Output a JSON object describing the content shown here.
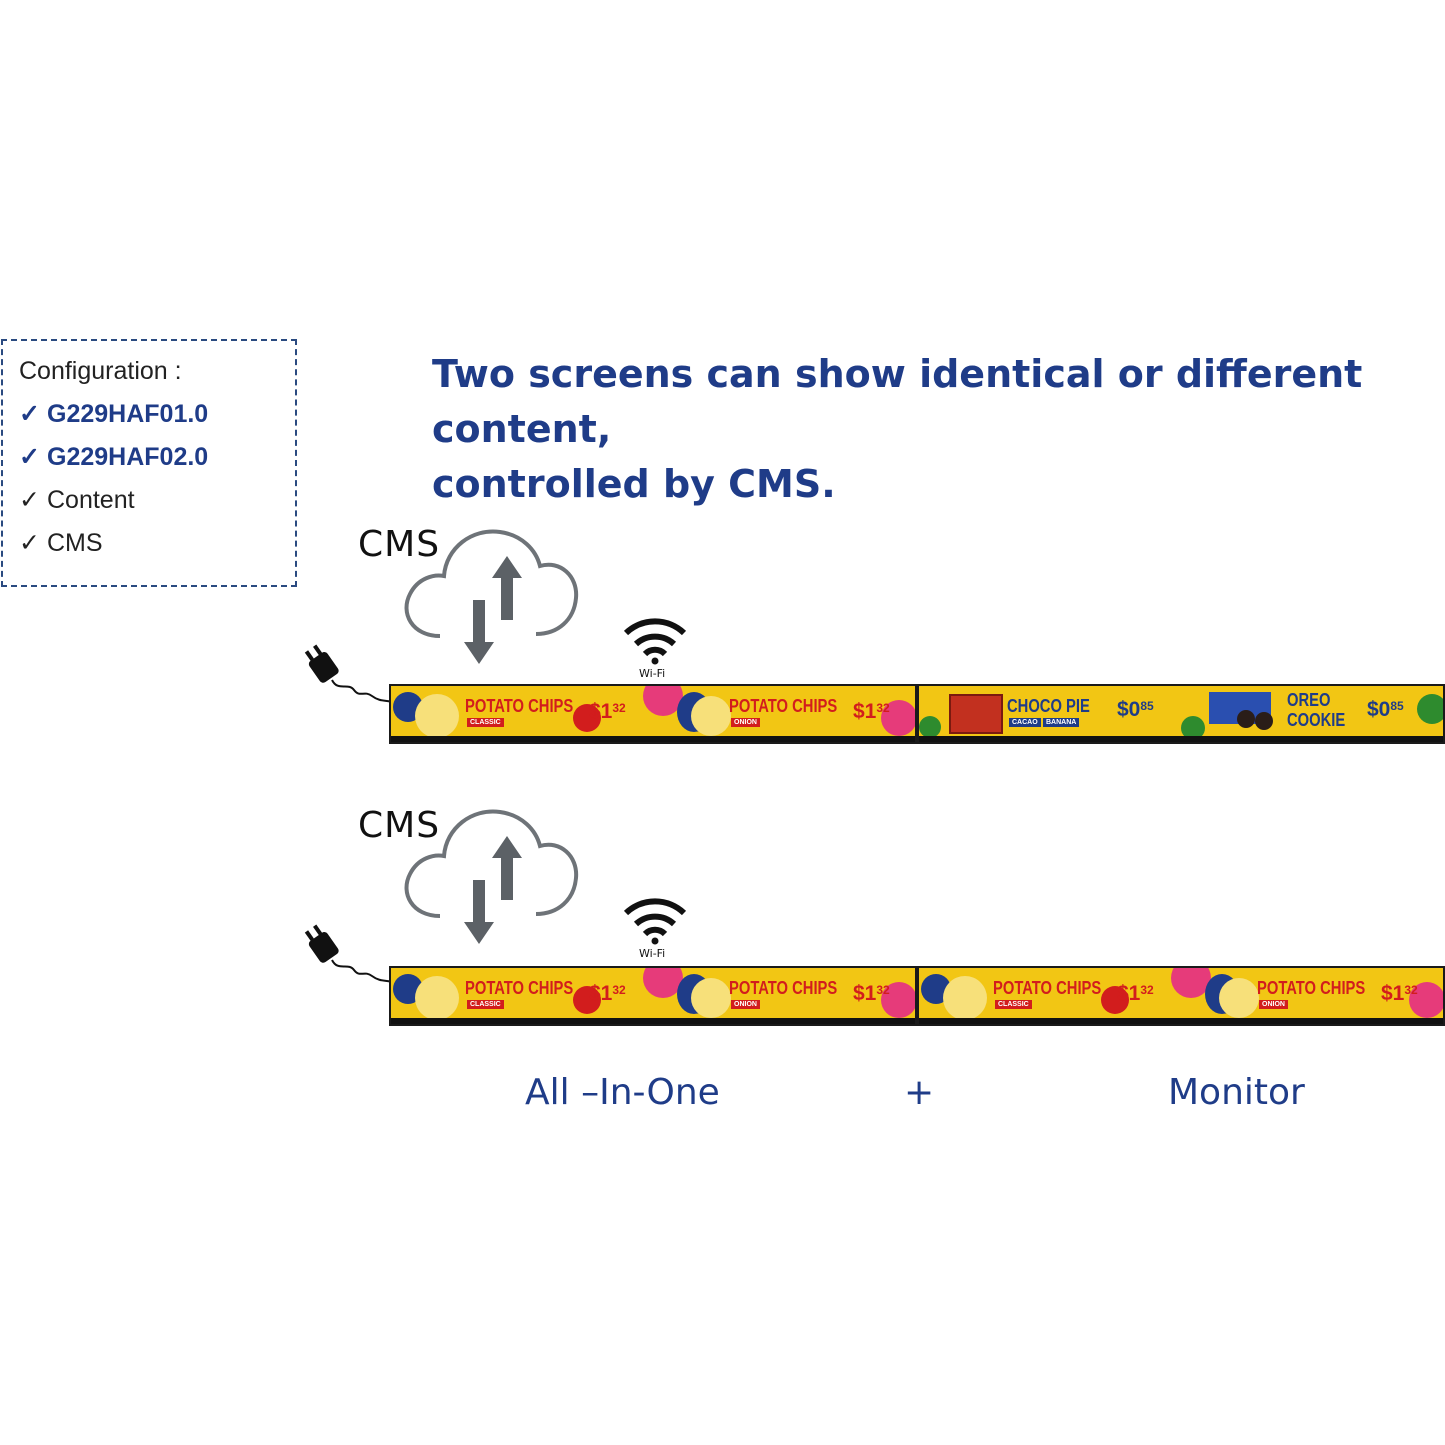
{
  "config": {
    "title": "Configuration :",
    "check": "✓",
    "items": [
      "G229HAF01.0",
      "G229HAF02.0",
      "Content",
      "CMS"
    ]
  },
  "headline": {
    "line1": "Two screens can show identical or different content,",
    "line2": "controlled by CMS."
  },
  "diagrams": [
    {
      "cms_label": "CMS",
      "wifi_label": "Wi-Fi",
      "left_screen": [
        {
          "title": "POTATO CHIPS",
          "price_main": "$1",
          "price_cents": "32",
          "tag": "CLASSIC"
        },
        {
          "title": "POTATO CHIPS",
          "price_main": "$1",
          "price_cents": "32",
          "tag": "ONION"
        }
      ],
      "right_screen": [
        {
          "title": "CHOCO PIE",
          "price_main": "$0",
          "price_cents": "85",
          "tags": [
            "CACAO",
            "BANANA"
          ]
        },
        {
          "title_line1": "OREO",
          "title_line2": "COOKIE",
          "price_main": "$0",
          "price_cents": "85"
        }
      ]
    },
    {
      "cms_label": "CMS",
      "wifi_label": "Wi-Fi",
      "left_screen": [
        {
          "title": "POTATO CHIPS",
          "price_main": "$1",
          "price_cents": "32",
          "tag": "CLASSIC"
        },
        {
          "title": "POTATO CHIPS",
          "price_main": "$1",
          "price_cents": "32",
          "tag": "ONION"
        }
      ],
      "right_screen": [
        {
          "title": "POTATO CHIPS",
          "price_main": "$1",
          "price_cents": "32",
          "tag": "CLASSIC"
        },
        {
          "title": "POTATO CHIPS",
          "price_main": "$1",
          "price_cents": "32",
          "tag": "ONION"
        }
      ]
    }
  ],
  "labels": {
    "all_in_one": "All –In-One",
    "plus": "+",
    "monitor": "Monitor"
  },
  "colors": {
    "brand_blue": "#1f3c88",
    "screen_yellow": "#f2c614",
    "price_red": "#d21d1d"
  }
}
